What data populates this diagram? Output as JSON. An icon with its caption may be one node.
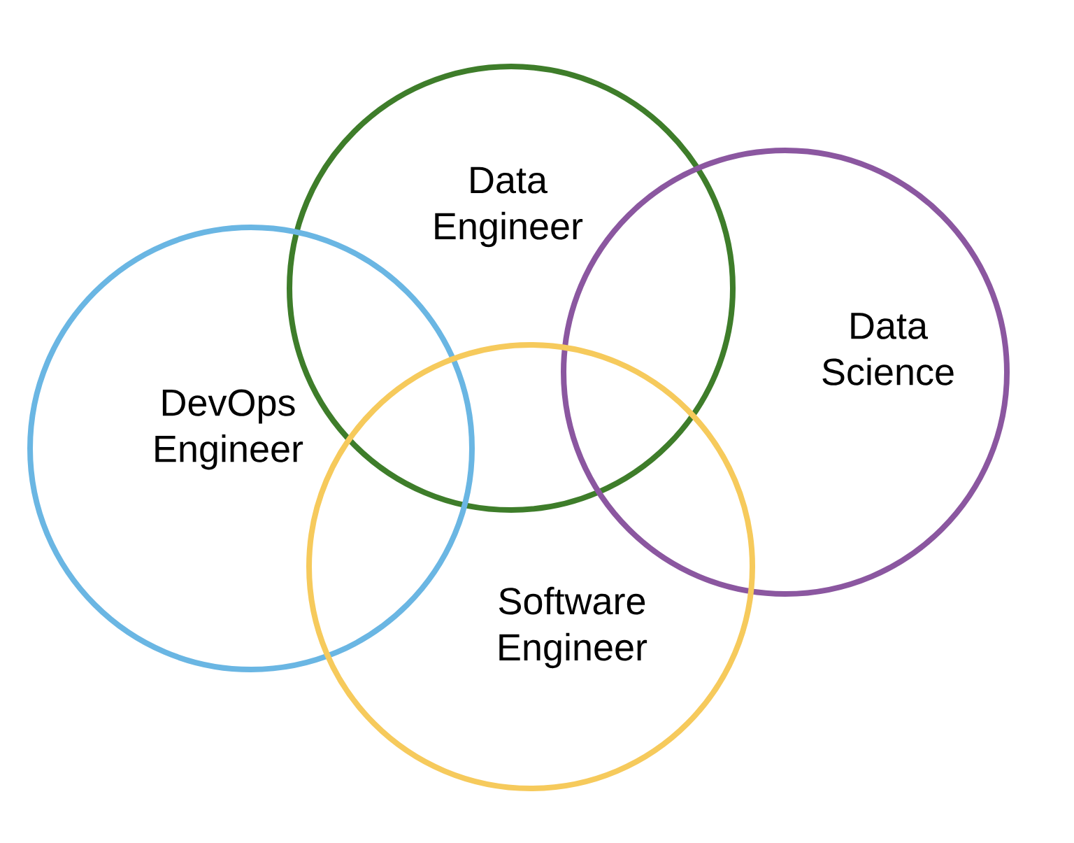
{
  "diagram": {
    "nodes": [
      {
        "text": [
          "Data Engineer"
        ]
      },
      {
        "text": [
          "Data Science"
        ]
      },
      {
        "text": [
          "DevOps Engineer"
        ]
      },
      {
        "text": [
          "Software Engineer"
        ]
      }
    ]
  }
}
